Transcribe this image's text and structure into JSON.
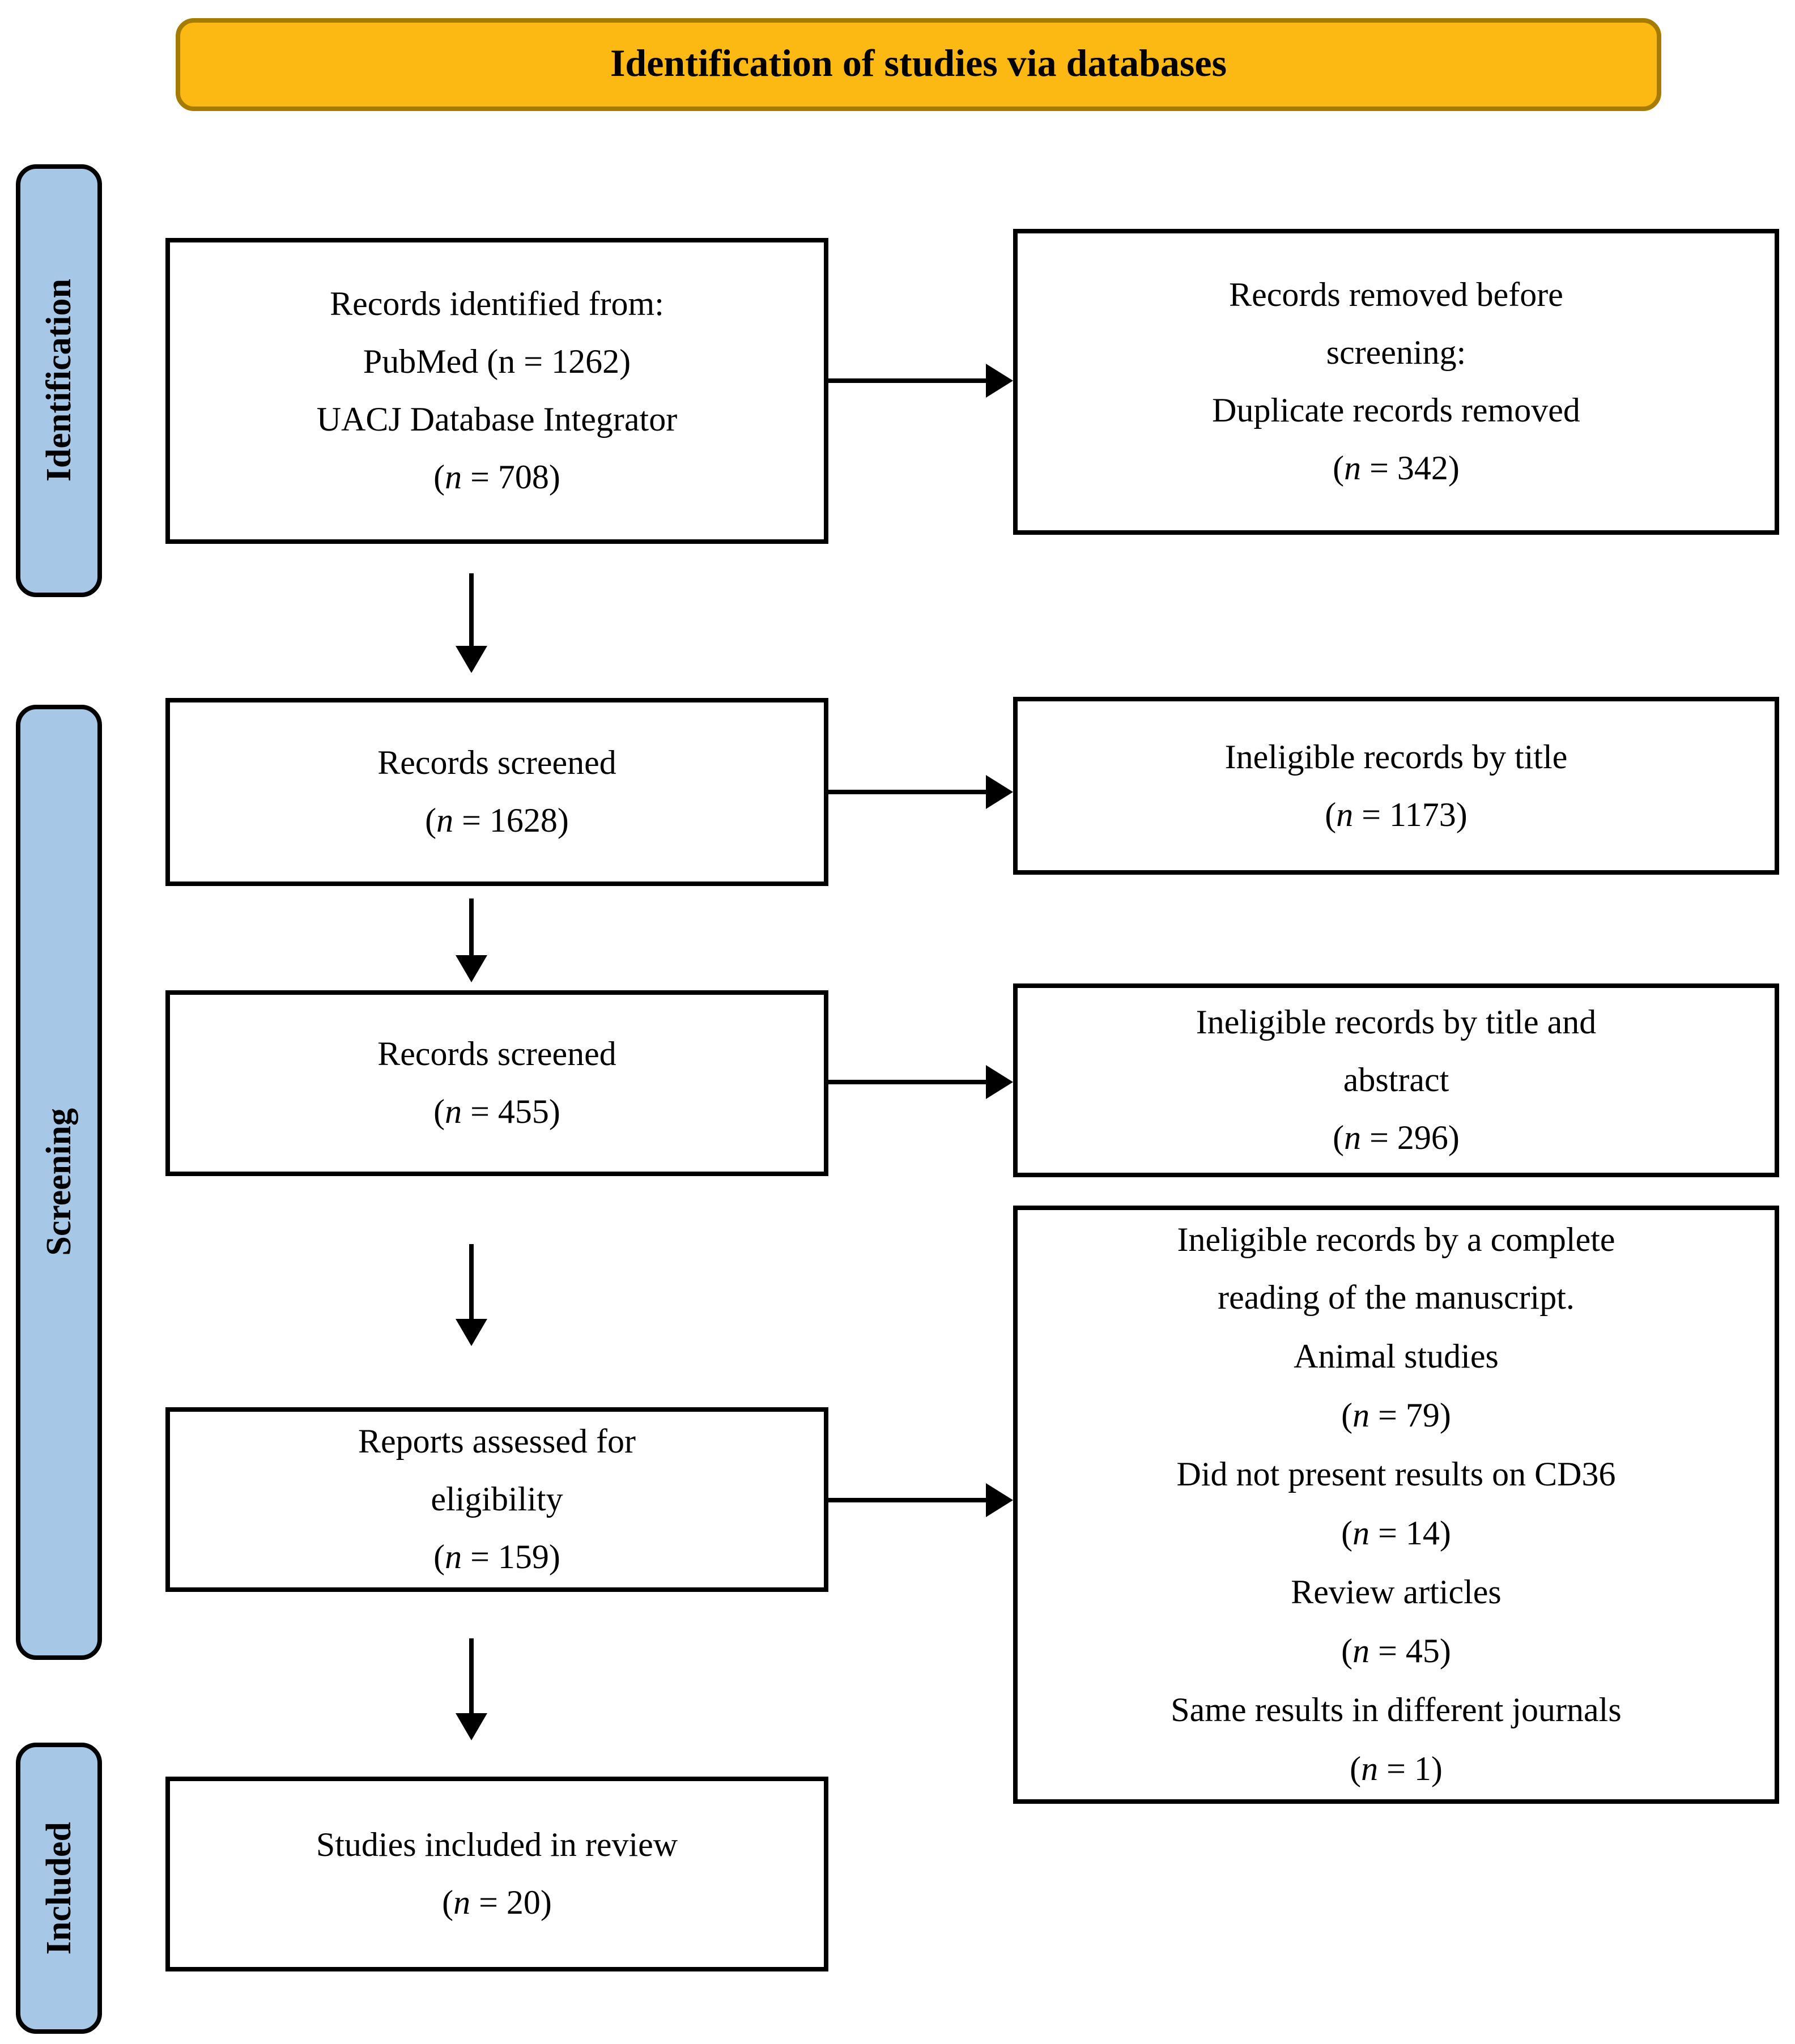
{
  "banner": {
    "title": "Identification of studies via databases"
  },
  "stages": [
    {
      "id": "identification",
      "label": "Identification"
    },
    {
      "id": "screening",
      "label": "Screening"
    },
    {
      "id": "included",
      "label": "Included"
    }
  ],
  "flow": {
    "main": [
      {
        "id": "records-identified",
        "lines": [
          "Records identified from:",
          "PubMed (n = 1262)",
          "UACJ Database Integrator",
          "(n = 708)"
        ]
      },
      {
        "id": "records-screened-first",
        "lines": [
          "Records screened",
          "(n = 1628)"
        ]
      },
      {
        "id": "records-screened-second",
        "lines": [
          "Records screened",
          "(n = 455)"
        ]
      },
      {
        "id": "reports-assessed",
        "lines": [
          "Reports assessed for",
          "eligibility",
          "(n = 159)"
        ]
      },
      {
        "id": "studies-included",
        "lines": [
          "Studies included in review",
          "(n = 20)"
        ]
      }
    ],
    "excluded": [
      {
        "id": "records-removed",
        "lines": [
          "Records removed before",
          "screening:",
          "Duplicate records removed",
          "(n = 342)"
        ]
      },
      {
        "id": "ineligible-by-title",
        "lines": [
          "Ineligible records by title",
          "(n = 1173)"
        ]
      },
      {
        "id": "ineligible-by-title-abstract",
        "lines": [
          "Ineligible records by title and",
          "abstract",
          "(n = 296)"
        ]
      },
      {
        "id": "ineligible-full-read",
        "lines": [
          "Ineligible records by a complete",
          "reading of the manuscript.",
          "Animal studies",
          "(n = 79)",
          "Did not present results on CD36",
          "(n = 14)",
          "Review articles",
          "(n = 45)",
          "Same results in different journals",
          "(n = 1)"
        ]
      }
    ]
  },
  "colors": {
    "banner_bg": "#FCB813",
    "banner_border": "#A57C00",
    "stage_bg": "#A7C7E7",
    "stage_border": "#000000",
    "box_bg": "#FFFFFF",
    "box_border": "#000000",
    "arrow": "#000000"
  }
}
